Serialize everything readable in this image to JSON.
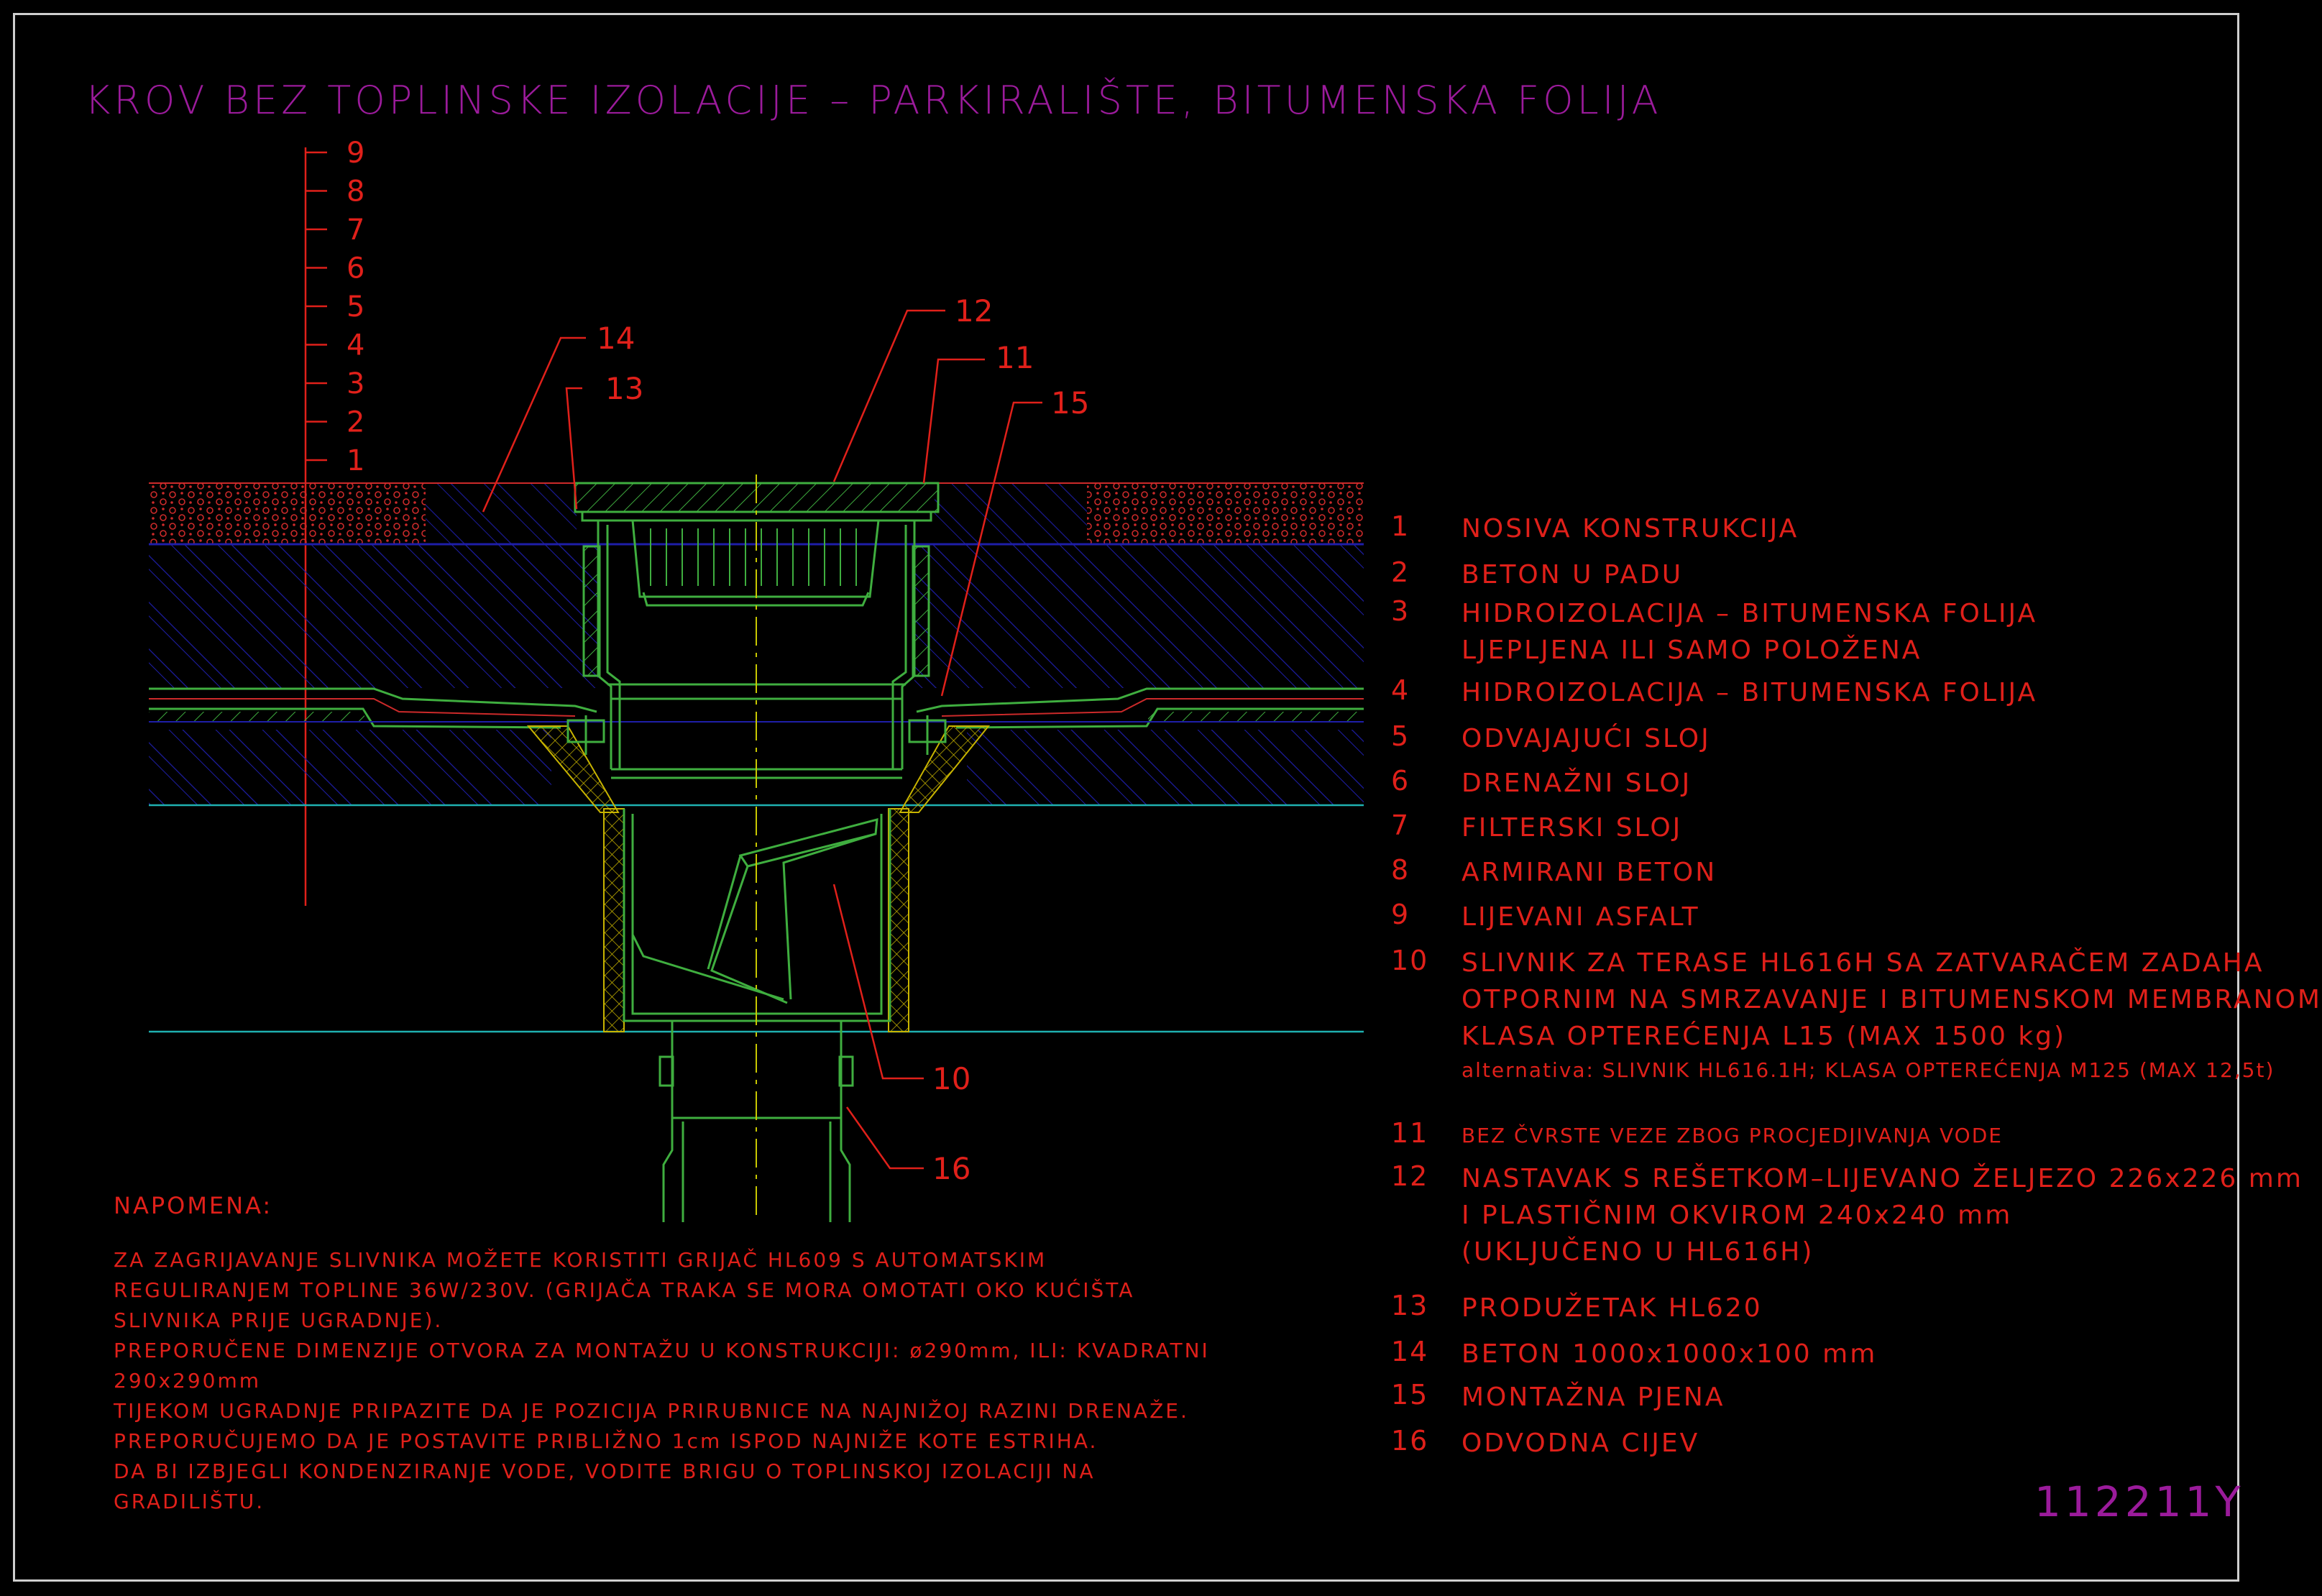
{
  "title": "KROV BEZ TOPLINSKE IZOLACIJE – PARKIRALIŠTE, BITUMENSKA FOLIJA",
  "drawing_code": "112211Y",
  "colors": {
    "background": "#000000",
    "frame": "#cfcfcf",
    "title": "#9b1b9b",
    "text_red": "#e0201a",
    "code": "#9b1b9b",
    "concrete_blue": "#1e1ea8",
    "drain_green": "#3fae3f",
    "foam_yellow": "#c8b400",
    "axis_yellow": "#c8c800",
    "ground_cyan": "#1fb0b0",
    "hatch_red": "#cc2a2a"
  },
  "layer_scale": [
    "9",
    "8",
    "7",
    "6",
    "5",
    "4",
    "3",
    "2",
    "1"
  ],
  "callouts": [
    "14",
    "13",
    "12",
    "11",
    "15",
    "10",
    "16"
  ],
  "legend": [
    {
      "num": "1",
      "lines": [
        "NOSIVA KONSTRUKCIJA"
      ]
    },
    {
      "num": "2",
      "lines": [
        "BETON U PADU"
      ]
    },
    {
      "num": "3",
      "lines": [
        "HIDROIZOLACIJA – BITUMENSKA FOLIJA",
        "LJEPLJENA ILI SAMO POLOŽENA"
      ]
    },
    {
      "num": "4",
      "lines": [
        "HIDROIZOLACIJA – BITUMENSKA FOLIJA"
      ]
    },
    {
      "num": "5",
      "lines": [
        "ODVAJAJUĆI SLOJ"
      ]
    },
    {
      "num": "6",
      "lines": [
        "DRENAŽNI SLOJ"
      ]
    },
    {
      "num": "7",
      "lines": [
        "FILTERSKI SLOJ"
      ]
    },
    {
      "num": "8",
      "lines": [
        "ARMIRANI BETON"
      ]
    },
    {
      "num": "9",
      "lines": [
        "LIJEVANI ASFALT"
      ]
    },
    {
      "num": "10",
      "lines": [
        "SLIVNIK ZA TERASE HL616H SA ZATVARAČEM ZADAHA",
        "OTPORNIM NA SMRZAVANJE I BITUMENSKOM MEMBRANOM",
        "KLASA OPTEREĆENJA L15 (MAX 1500 kg)"
      ],
      "sub": "alternativa: SLIVNIK HL616.1H; KLASA OPTEREĆENJA M125 (MAX 12,5t)"
    },
    {
      "num": "11",
      "lines": [
        "BEZ ČVRSTE VEZE ZBOG PROCJEDJIVANJA VODE"
      ],
      "small": true
    },
    {
      "num": "12",
      "lines": [
        "NASTAVAK S REŠETKOM–LIJEVANO ŽELJEZO 226x226 mm",
        "I PLASTIČNIM OKVIROM 240x240 mm",
        "(UKLJUČENO U  HL616H)"
      ]
    },
    {
      "num": "13",
      "lines": [
        "PRODUŽETAK HL620"
      ]
    },
    {
      "num": "14",
      "lines": [
        "BETON 1000x1000x100 mm"
      ]
    },
    {
      "num": "15",
      "lines": [
        "MONTAŽNA PJENA"
      ]
    },
    {
      "num": "16",
      "lines": [
        "ODVODNA CIJEV"
      ]
    }
  ],
  "note": {
    "heading": "NAPOMENA:",
    "lines": [
      "ZA ZAGRIJAVANJE SLIVNIKA MOŽETE KORISTITI GRIJAČ HL609 S AUTOMATSKIM",
      "REGULIRANJEM TOPLINE 36W/230V. (GRIJAČA TRAKA SE MORA OMOTATI OKO KUĆIŠTA",
      "SLIVNIKA PRIJE UGRADNJE).",
      "PREPORUČENE DIMENZIJE OTVORA ZA MONTAŽU U KONSTRUKCIJI: ø290mm, ILI: KVADRATNI",
      "290x290mm",
      "TIJEKOM UGRADNJE PRIPAZITE DA JE POZICIJA PRIRUBNICE NA NAJNIŽOJ RAZINI DRENAŽE.",
      "PREPORUČUJEMO DA JE POSTAVITE PRIBLIŽNO 1cm ISPOD NAJNIŽE KOTE ESTRIHA.",
      "DA BI IZBJEGLI KONDENZIRANJE VODE, VODITE BRIGU O TOPLINSKOJ IZOLACIJI NA",
      "GRADILIŠTU."
    ]
  }
}
